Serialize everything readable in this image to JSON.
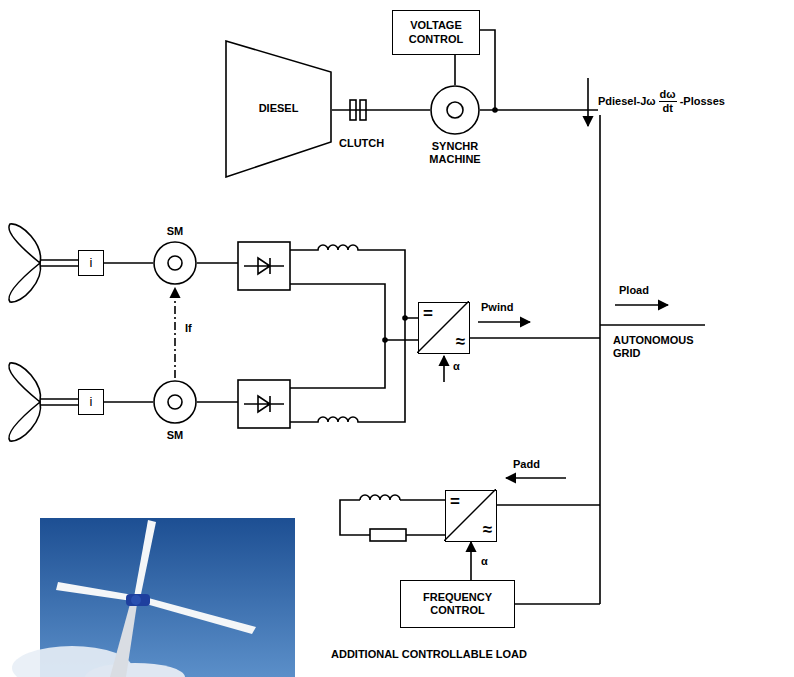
{
  "diagram": {
    "nodes": [
      {
        "text": [
          "VOLTAGE CONTROL"
        ]
      },
      {
        "text": [
          "DIESEL"
        ]
      },
      {
        "text": [
          "SYNCHR MACHINE"
        ]
      },
      {
        "text": [
          "i"
        ]
      },
      {
        "text": [
          "SM"
        ]
      },
      {
        "text": [
          "i"
        ]
      },
      {
        "text": [
          "SM"
        ]
      },
      {
        "text": [
          "=",
          "≈"
        ]
      },
      {
        "text": [
          "=",
          "≈"
        ]
      },
      {
        "text": [
          "FREQUENCY CONTROL"
        ]
      }
    ],
    "edges": [
      {
        "from": 0,
        "to": 2,
        "arrow": "none"
      },
      {
        "from": 1,
        "to": 2,
        "arrow": "none"
      },
      {
        "from": 3,
        "to": 4,
        "arrow": "none"
      },
      {
        "from": 5,
        "to": 6,
        "arrow": "none"
      },
      {
        "from": 9,
        "to": 8,
        "arrow": "to"
      }
    ],
    "labels": [
      "CLUTCH",
      "Pdiesel-Jω",
      "dω",
      "dt",
      "-Plosses",
      "Pload",
      "AUTONOMOUS GRID",
      "If",
      "Pwind",
      "α",
      "Padd",
      "α",
      "ADDITIONAL CONTROLLABLE LOAD"
    ]
  }
}
